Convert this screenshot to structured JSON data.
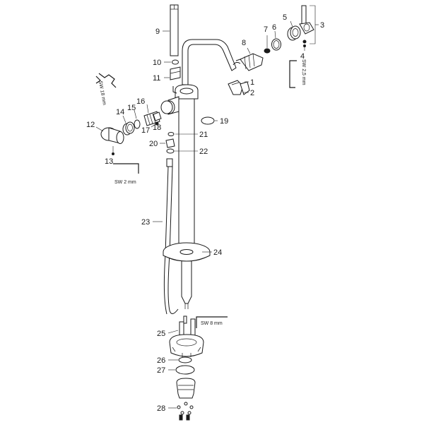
{
  "callouts": [
    {
      "id": "1",
      "text": "1"
    },
    {
      "id": "2",
      "text": "2"
    },
    {
      "id": "3",
      "text": "3"
    },
    {
      "id": "4",
      "text": "4"
    },
    {
      "id": "5",
      "text": "5"
    },
    {
      "id": "6",
      "text": "6"
    },
    {
      "id": "7",
      "text": "7"
    },
    {
      "id": "8",
      "text": "8"
    },
    {
      "id": "9",
      "text": "9"
    },
    {
      "id": "10",
      "text": "10"
    },
    {
      "id": "11",
      "text": "11"
    },
    {
      "id": "12",
      "text": "12"
    },
    {
      "id": "13",
      "text": "13"
    },
    {
      "id": "14",
      "text": "14"
    },
    {
      "id": "15",
      "text": "15"
    },
    {
      "id": "16",
      "text": "16"
    },
    {
      "id": "17",
      "text": "17"
    },
    {
      "id": "18",
      "text": "18"
    },
    {
      "id": "19",
      "text": "19"
    },
    {
      "id": "20",
      "text": "20"
    },
    {
      "id": "21",
      "text": "21"
    },
    {
      "id": "22",
      "text": "22"
    },
    {
      "id": "23",
      "text": "23"
    },
    {
      "id": "24",
      "text": "24"
    },
    {
      "id": "25",
      "text": "25"
    },
    {
      "id": "26",
      "text": "26"
    },
    {
      "id": "27",
      "text": "27"
    },
    {
      "id": "28",
      "text": "28"
    }
  ],
  "tools": {
    "wrench": "SW 18 mm",
    "hex_spindle": "SW 2,5 mm",
    "hex_plug": "SW 2 mm",
    "hex_base": "SW 8 mm"
  }
}
